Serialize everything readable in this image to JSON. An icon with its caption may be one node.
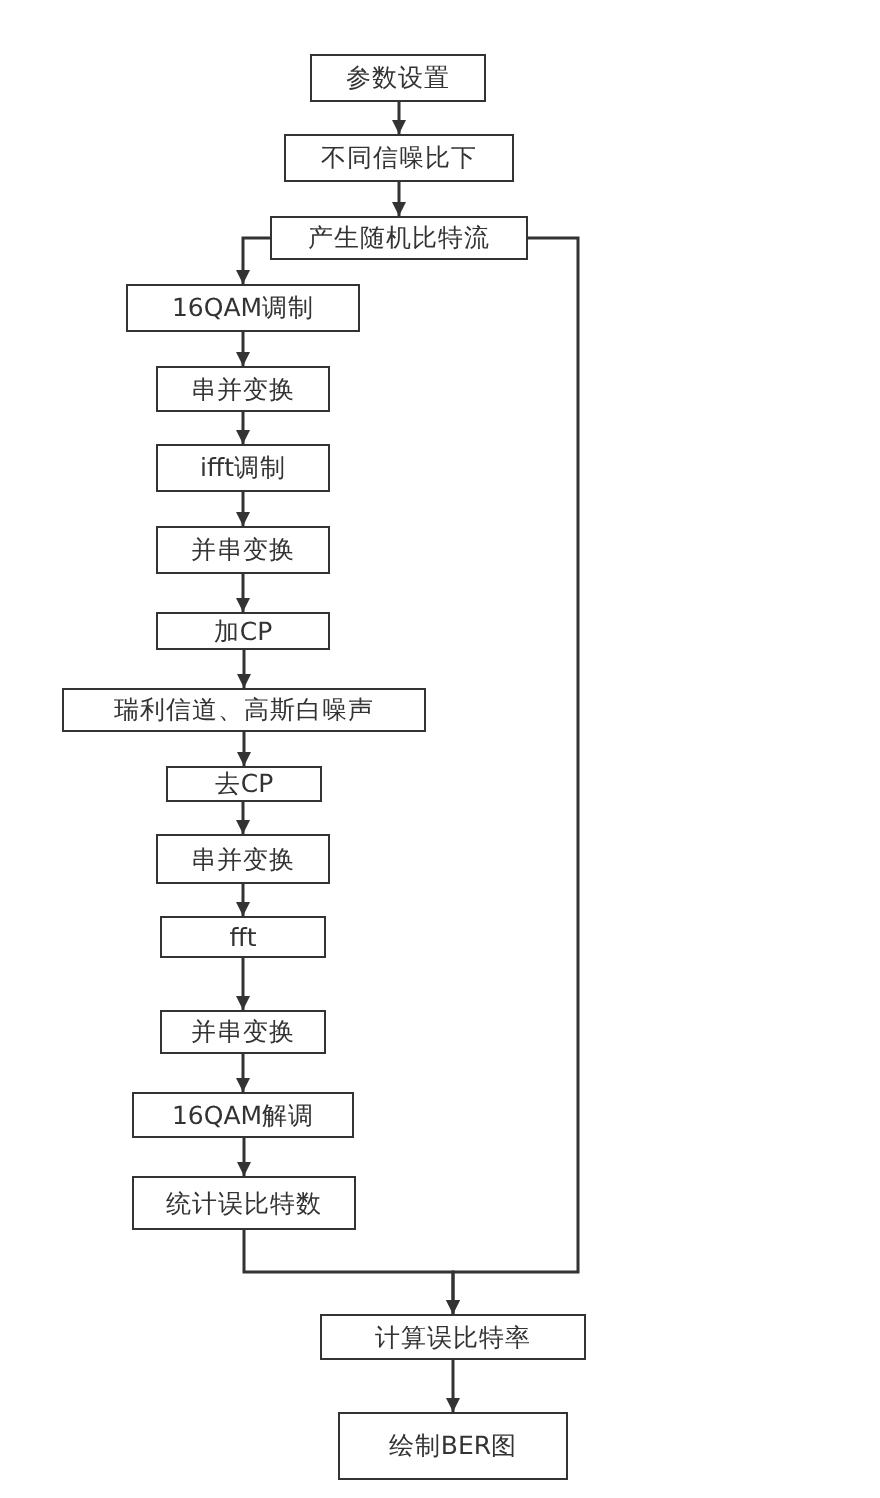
{
  "diagram": {
    "nodes": [
      {
        "text": [
          "参数设置"
        ]
      },
      {
        "text": [
          "不同信噪比下"
        ]
      },
      {
        "text": [
          "产生随机比特流"
        ]
      },
      {
        "text": [
          "16QAM调制"
        ]
      },
      {
        "text": [
          "串并变换"
        ]
      },
      {
        "text": [
          "ifft调制"
        ]
      },
      {
        "text": [
          "并串变换"
        ]
      },
      {
        "text": [
          "加CP"
        ]
      },
      {
        "text": [
          "瑞利信道、高斯白噪声"
        ]
      },
      {
        "text": [
          "去CP"
        ]
      },
      {
        "text": [
          "串并变换"
        ]
      },
      {
        "text": [
          "fft"
        ]
      },
      {
        "text": [
          "并串变换"
        ]
      },
      {
        "text": [
          "16QAM解调"
        ]
      },
      {
        "text": [
          "统计误比特数"
        ]
      },
      {
        "text": [
          "计算误比特率"
        ]
      },
      {
        "text": [
          "绘制BER图"
        ]
      }
    ],
    "edges": [
      {
        "from": 0,
        "to": 1,
        "arrow": "to"
      },
      {
        "from": 1,
        "to": 2,
        "arrow": "to"
      },
      {
        "from": 2,
        "to": 3,
        "arrow": "to"
      },
      {
        "from": 3,
        "to": 4,
        "arrow": "to"
      },
      {
        "from": 4,
        "to": 5,
        "arrow": "to"
      },
      {
        "from": 5,
        "to": 6,
        "arrow": "to"
      },
      {
        "from": 6,
        "to": 7,
        "arrow": "to"
      },
      {
        "from": 7,
        "to": 8,
        "arrow": "to"
      },
      {
        "from": 8,
        "to": 9,
        "arrow": "to"
      },
      {
        "from": 9,
        "to": 10,
        "arrow": "to"
      },
      {
        "from": 10,
        "to": 11,
        "arrow": "to"
      },
      {
        "from": 11,
        "to": 12,
        "arrow": "to"
      },
      {
        "from": 12,
        "to": 13,
        "arrow": "to"
      },
      {
        "from": 13,
        "to": 14,
        "arrow": "to"
      },
      {
        "from": 2,
        "to": 15,
        "arrow": "to"
      },
      {
        "from": 14,
        "to": 15,
        "arrow": "to"
      },
      {
        "from": 15,
        "to": 16,
        "arrow": "to"
      }
    ]
  }
}
